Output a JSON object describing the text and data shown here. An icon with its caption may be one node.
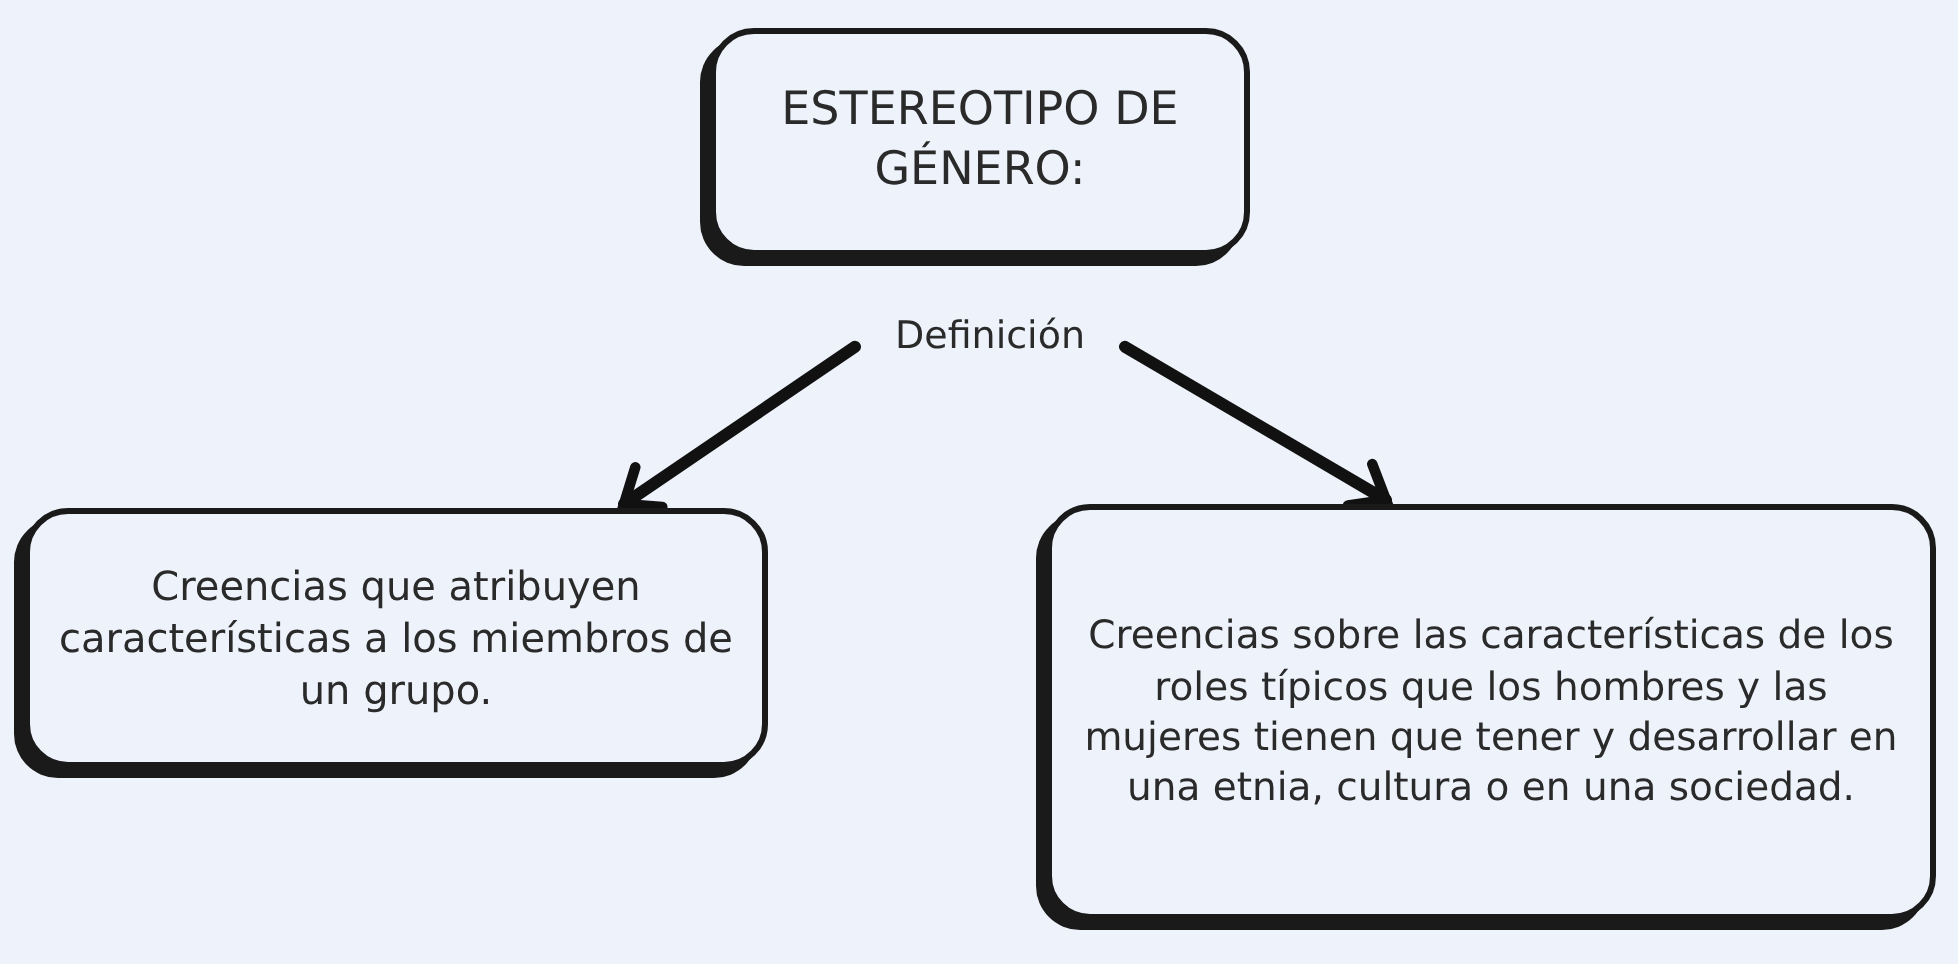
{
  "diagram": {
    "nodes": [
      {
        "text": [
          "ESTEREOTIPO DE GÉNERO:"
        ]
      },
      {
        "text": [
          "Definición"
        ]
      },
      {
        "text": [
          "Creencias que atribuyen características a los miembros de un grupo."
        ]
      },
      {
        "text": [
          "Creencias sobre las características de los roles típicos que los hombres y las mujeres tienen que tener y desarrollar en una etnia, cultura o en una sociedad."
        ]
      }
    ],
    "edges": [
      {
        "from": 1,
        "to": 2,
        "arrow": "to"
      },
      {
        "from": 1,
        "to": 3,
        "arrow": "to"
      }
    ]
  }
}
